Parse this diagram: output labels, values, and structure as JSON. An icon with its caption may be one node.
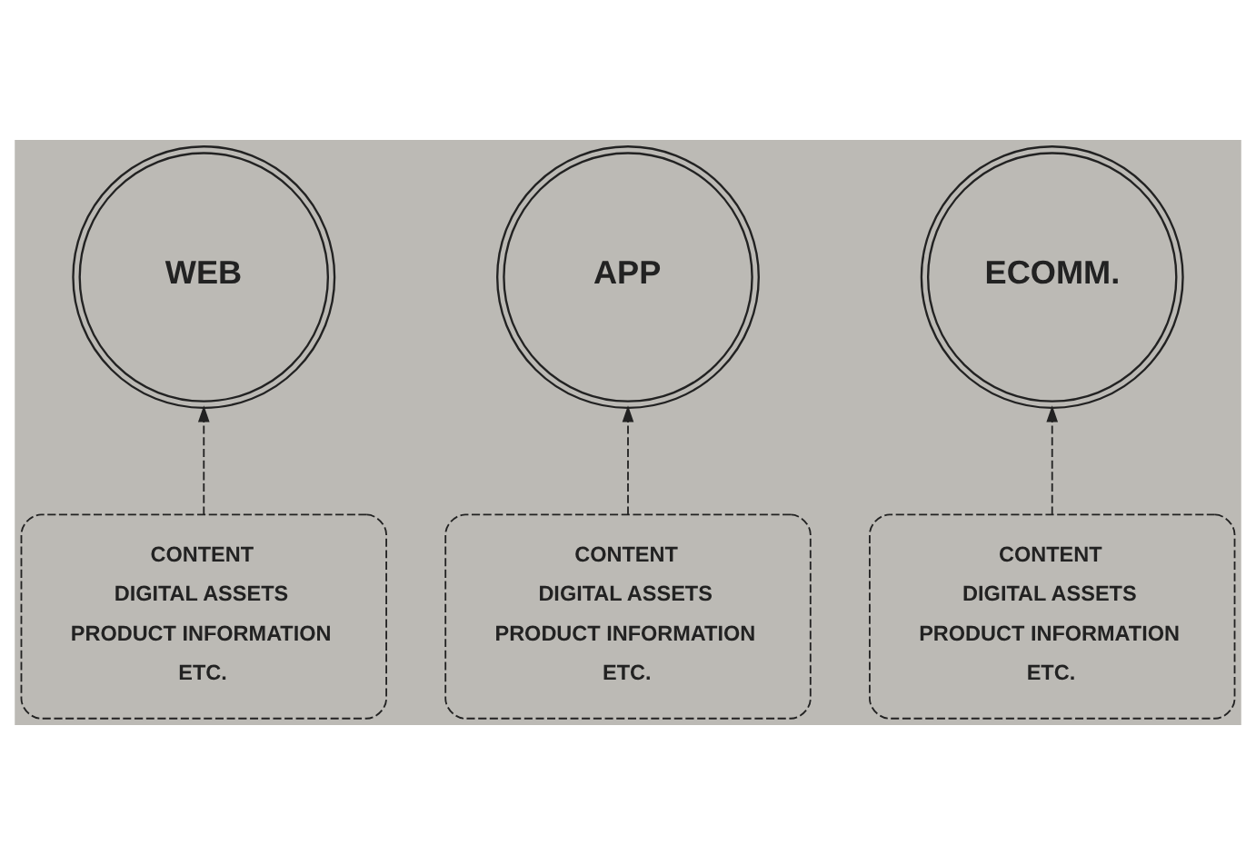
{
  "diagram": {
    "nodes": [
      {
        "text": [
          "WEB"
        ]
      },
      {
        "text": [
          "APP"
        ]
      },
      {
        "text": [
          "ECOMM."
        ]
      },
      {
        "text": [
          "CONTENT",
          "DIGITAL ASSETS",
          "PRODUCT INFORMATION",
          "ETC."
        ]
      },
      {
        "text": [
          "CONTENT",
          "DIGITAL ASSETS",
          "PRODUCT INFORMATION",
          "ETC."
        ]
      },
      {
        "text": [
          "CONTENT",
          "DIGITAL ASSETS",
          "PRODUCT INFORMATION",
          "ETC."
        ]
      }
    ],
    "edges": [
      {
        "from": 3,
        "to": 0,
        "arrow": "to",
        "style": "dashed"
      },
      {
        "from": 4,
        "to": 1,
        "arrow": "to",
        "style": "dashed"
      },
      {
        "from": 5,
        "to": 2,
        "arrow": "to",
        "style": "dashed"
      }
    ]
  }
}
